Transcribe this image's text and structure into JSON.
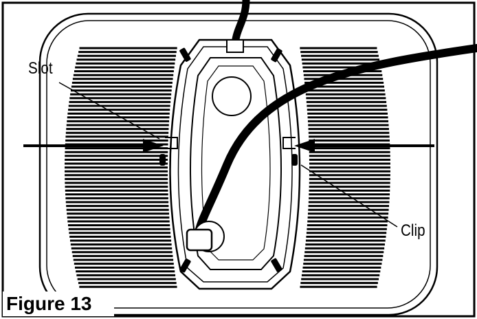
{
  "figure": {
    "caption": "Figure 13",
    "labels": {
      "slot": "Slot",
      "clip": "Clip"
    }
  },
  "colors": {
    "line": "#000000",
    "background": "#ffffff"
  }
}
